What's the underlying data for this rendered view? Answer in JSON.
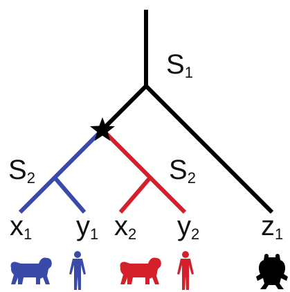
{
  "colors": {
    "black": "#000000",
    "blue": "#3a4aa8",
    "red": "#d4202a"
  },
  "speciation_labels": {
    "root": {
      "main": "S",
      "sub": "1"
    },
    "left": {
      "main": "S",
      "sub": "2"
    },
    "right": {
      "main": "S",
      "sub": "2"
    }
  },
  "leaves": [
    {
      "main": "x",
      "sub": "1",
      "color": "blue",
      "icon": "dog-icon"
    },
    {
      "main": "y",
      "sub": "1",
      "color": "blue",
      "icon": "human-icon"
    },
    {
      "main": "x",
      "sub": "2",
      "color": "red",
      "icon": "dog-icon"
    },
    {
      "main": "y",
      "sub": "2",
      "color": "red",
      "icon": "human-icon"
    },
    {
      "main": "z",
      "sub": "1",
      "color": "black",
      "icon": "frog-icon"
    }
  ],
  "duplication_marker": "star-icon"
}
